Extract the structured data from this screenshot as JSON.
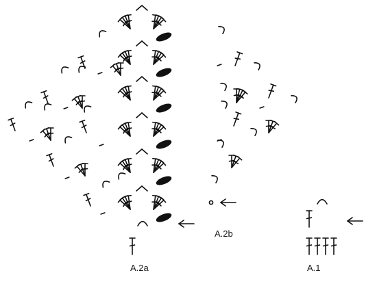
{
  "labels": {
    "a2a": "A.2a",
    "a2b": "A.2b",
    "a1": "A.1"
  },
  "legend_colors": {
    "ink": "#111111",
    "paper": "#ffffff"
  },
  "symbols": {
    "chart_a2a": {
      "rows": 6,
      "top_arch_per_row": true,
      "fan_groups_per_row": 2,
      "end_loop_per_row": "black-oval",
      "base_stitch": "treble"
    },
    "chart_a2b": {
      "rows": 6,
      "start_symbol": "slip-ring",
      "fan_groups": 3
    },
    "chart_a1": {
      "row1": "four-trebles",
      "row2": "treble-plus-chain-arch"
    },
    "row_marker": "arrow-left"
  }
}
